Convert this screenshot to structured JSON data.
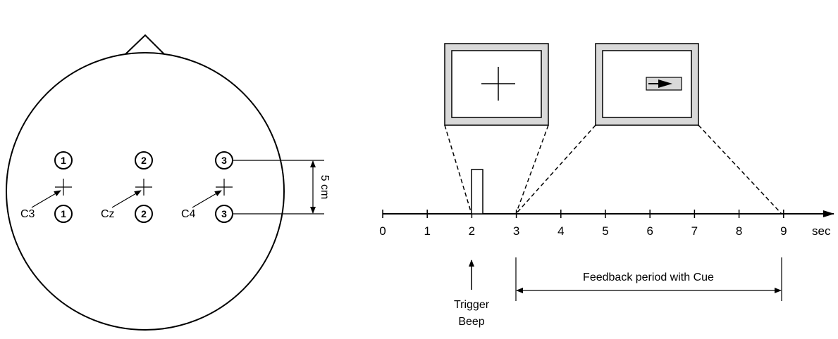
{
  "head": {
    "electrodes": [
      {
        "label": "C3",
        "upper": "1",
        "lower": "1"
      },
      {
        "label": "Cz",
        "upper": "2",
        "lower": "2"
      },
      {
        "label": "C4",
        "upper": "3",
        "lower": "3"
      }
    ],
    "distance_label": "5 cm"
  },
  "timeline": {
    "ticks": [
      "0",
      "1",
      "2",
      "3",
      "4",
      "5",
      "6",
      "7",
      "8",
      "9"
    ],
    "unit": "sec",
    "trigger_label_line1": "Trigger",
    "trigger_label_line2": "Beep",
    "feedback_label": "Feedback period with Cue"
  }
}
